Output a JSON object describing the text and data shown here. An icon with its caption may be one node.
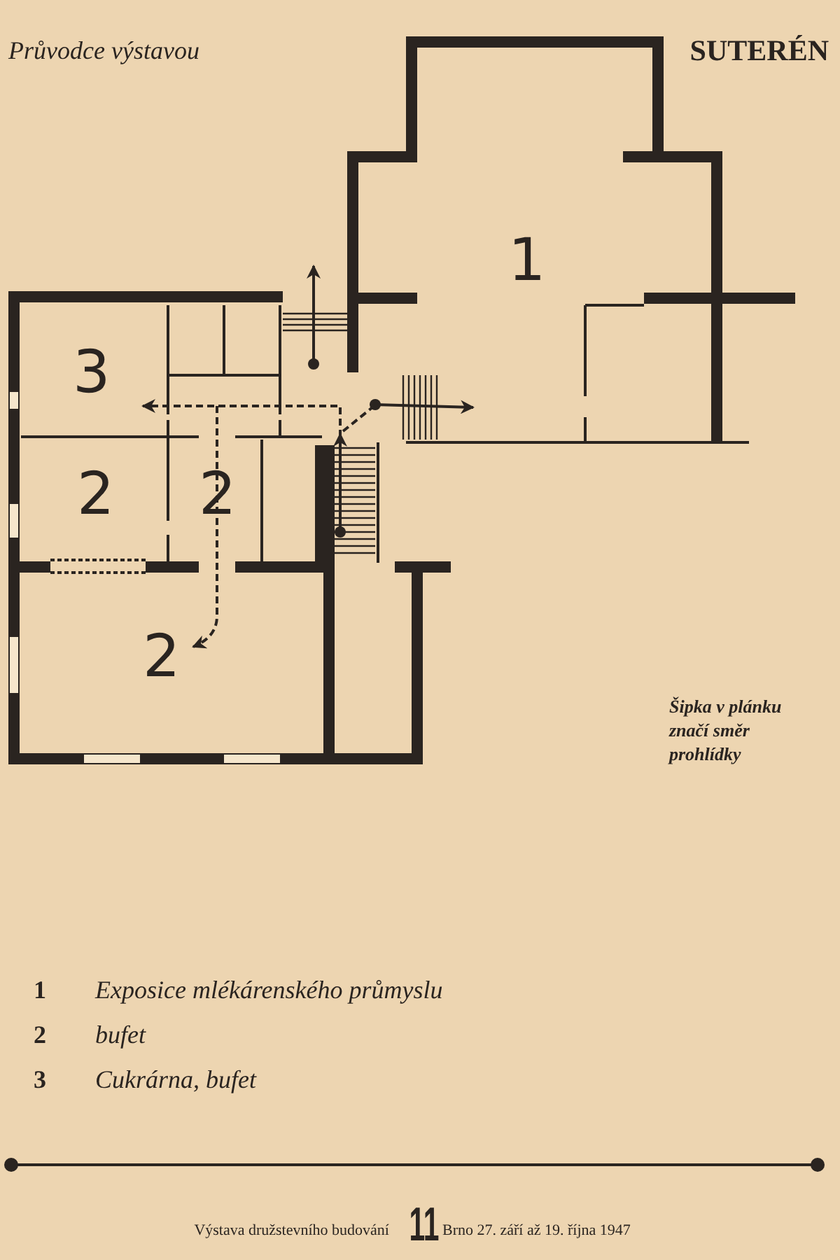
{
  "diagram": {
    "title": "SUTERÉN",
    "labels": [
      "Průvodce výstavou",
      "1",
      "3",
      "2",
      "2",
      "2",
      "Šipka v plánku značí směr prohlídky",
      "1",
      "Exposice mlékárenského průmyslu",
      "2",
      "bufet",
      "3",
      "Cukrárna, bufet",
      "Výstava družstevního budování",
      "11",
      "Brno 27. září až 19. října 1947"
    ]
  }
}
